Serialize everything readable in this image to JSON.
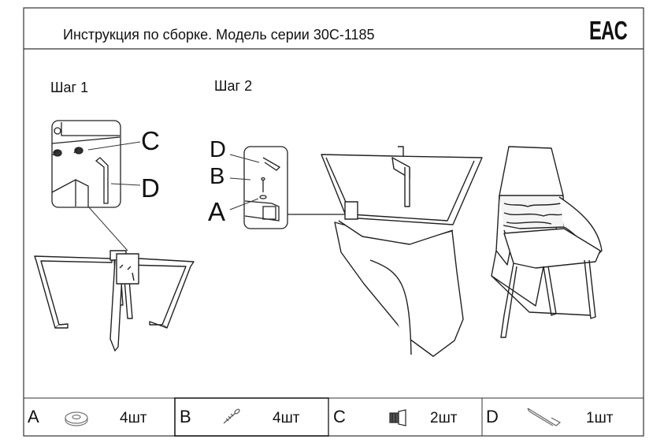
{
  "header": {
    "title": "Инструкция по сборке. Модель серии 30С-1185",
    "certification_mark": "EAC"
  },
  "steps": [
    {
      "label": "Шаг 1",
      "callouts": [
        "C",
        "D"
      ]
    },
    {
      "label": "Шаг 2",
      "callouts": [
        "D",
        "B",
        "A"
      ]
    }
  ],
  "parts": [
    {
      "letter": "A",
      "icon": "washer-icon",
      "qty": "4шт"
    },
    {
      "letter": "B",
      "icon": "screw-icon",
      "qty": "4шт"
    },
    {
      "letter": "C",
      "icon": "bolt-icon",
      "qty": "2шт"
    },
    {
      "letter": "D",
      "icon": "hex-key-icon",
      "qty": "1шт"
    }
  ]
}
